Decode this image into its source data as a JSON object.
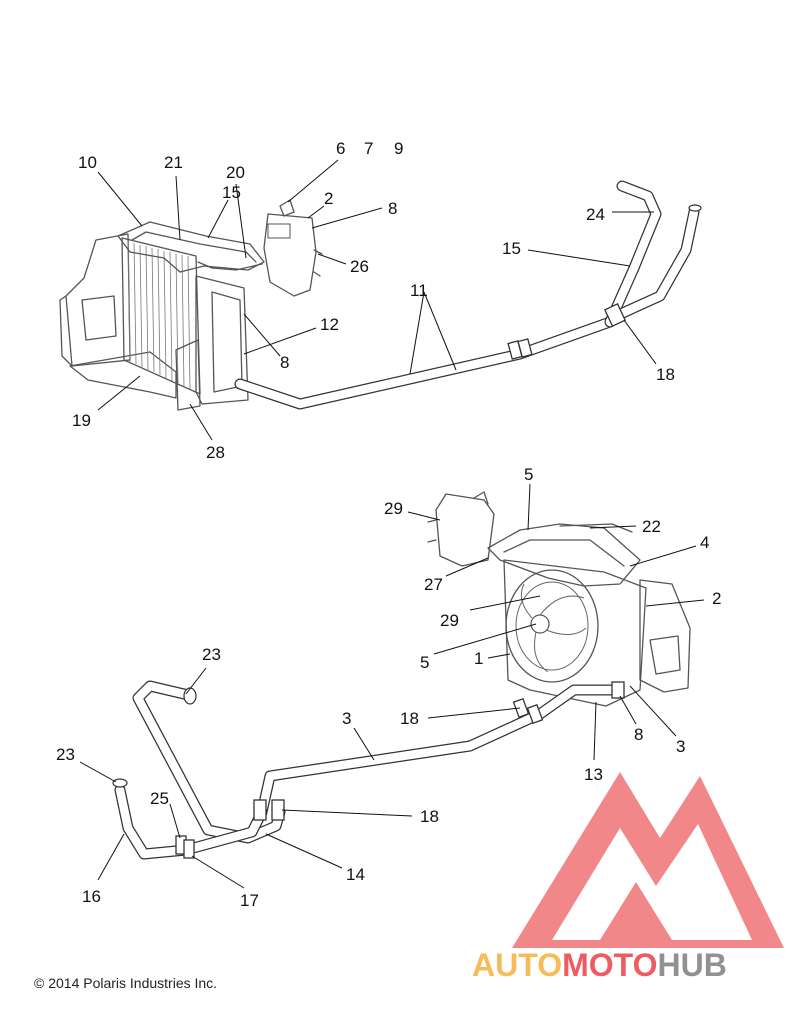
{
  "callouts": {
    "c10": "10",
    "c21": "21",
    "c20": "20",
    "c15a": "15",
    "c6": "6",
    "c7": "7",
    "c9": "9",
    "c2a": "2",
    "c8a": "8",
    "c26": "26",
    "c24": "24",
    "c15b": "15",
    "c11": "11",
    "c12": "12",
    "c8b": "8",
    "c18a": "18",
    "c19": "19",
    "c28": "28",
    "c5a": "5",
    "c29a": "29",
    "c22": "22",
    "c4": "4",
    "c27": "27",
    "c2b": "2",
    "c29b": "29",
    "c5b": "5",
    "c1": "1",
    "c23a": "23",
    "c3a": "3",
    "c18b": "18",
    "c8c": "8",
    "c3b": "3",
    "c13": "13",
    "c23b": "23",
    "c25": "25",
    "c18c": "18",
    "c16": "16",
    "c14": "14",
    "c17": "17"
  },
  "copyright": "© 2014 Polaris Industries Inc.",
  "watermark": {
    "word_auto": "AUTO",
    "word_moto": "MOTO",
    "word_hub": "HUB",
    "color_red": "#e8262b",
    "color_orange": "#f5a623",
    "color_gray": "#6d6d6d"
  }
}
